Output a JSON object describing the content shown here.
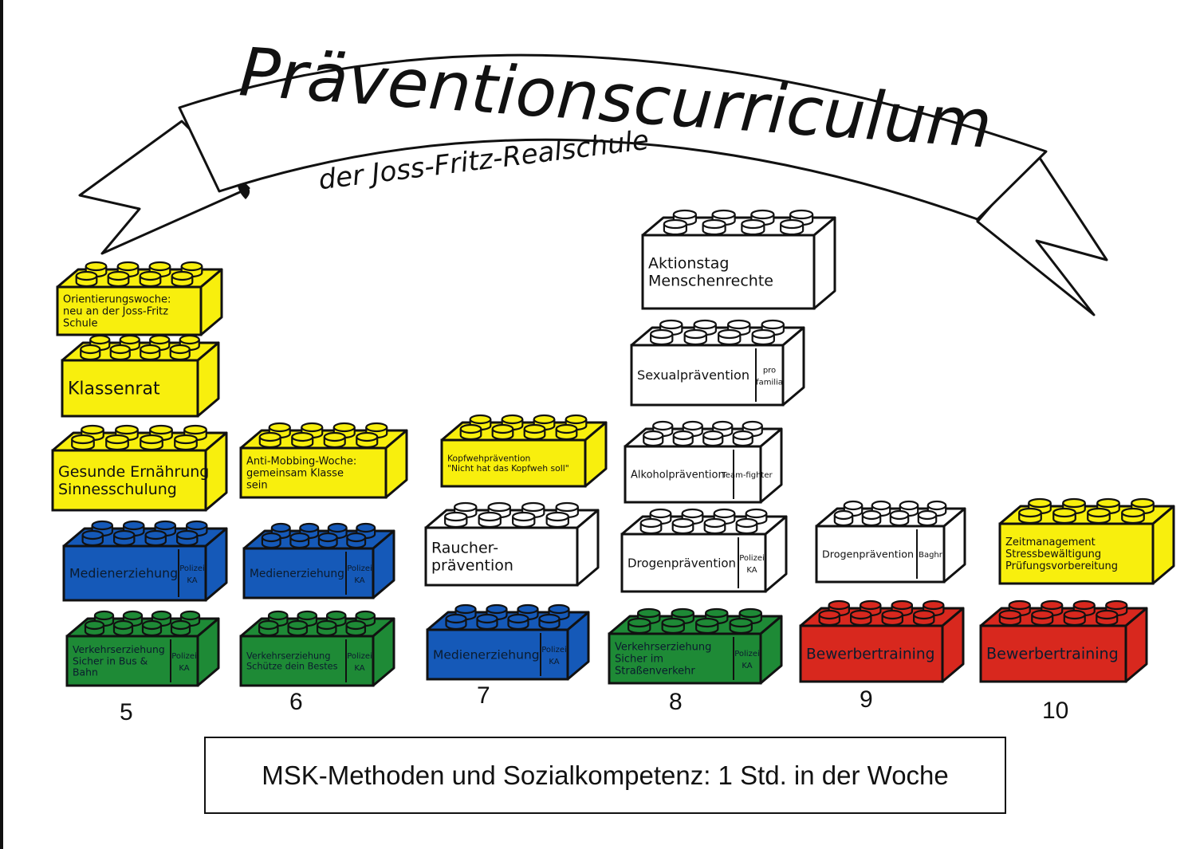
{
  "banner": {
    "title": "Präventionscurriculum",
    "subtitle": "der Joss-Fritz-Realschule"
  },
  "colors": {
    "yellow": "#f8ef0d",
    "blue": "#1559b8",
    "green": "#1e8a36",
    "red": "#d8281e",
    "white": "#ffffff",
    "outline": "#111111"
  },
  "grades": [
    {
      "label": "5",
      "bricks": [
        {
          "color": "yellow",
          "lines": [
            "Orientierungswoche:",
            "neu an der Joss-Fritz",
            "Schule"
          ],
          "tag": ""
        },
        {
          "color": "yellow",
          "lines": [
            "Klassenrat"
          ],
          "tag": ""
        },
        {
          "color": "yellow",
          "lines": [
            "Gesunde Ernährung",
            "Sinnesschulung"
          ],
          "tag": ""
        },
        {
          "color": "blue",
          "lines": [
            "Medienerziehung"
          ],
          "tag": "Polizei KA"
        },
        {
          "color": "green",
          "lines": [
            "Verkehrserziehung",
            "Sicher in Bus &",
            "Bahn"
          ],
          "tag": "Polizei KA"
        }
      ]
    },
    {
      "label": "6",
      "bricks": [
        {
          "color": "yellow",
          "lines": [
            "Anti-Mobbing-Woche:",
            "gemeinsam Klasse",
            "sein"
          ],
          "tag": ""
        },
        {
          "color": "blue",
          "lines": [
            "Medienerziehung"
          ],
          "tag": "Polizei KA"
        },
        {
          "color": "green",
          "lines": [
            "Verkehrserziehung",
            "Schütze dein Bestes"
          ],
          "tag": "Polizei KA"
        }
      ]
    },
    {
      "label": "7",
      "bricks": [
        {
          "color": "yellow",
          "lines": [
            "Kopfwehprävention",
            "\"Nicht hat das Kopfweh soll\""
          ],
          "tag": ""
        },
        {
          "color": "white",
          "lines": [
            "Raucher-",
            "prävention"
          ],
          "tag": ""
        },
        {
          "color": "blue",
          "lines": [
            "Medienerziehung"
          ],
          "tag": "Polizei KA"
        }
      ]
    },
    {
      "label": "8",
      "bricks": [
        {
          "color": "white",
          "lines": [
            "Aktionstag",
            "Menschenrechte"
          ],
          "tag": ""
        },
        {
          "color": "white",
          "lines": [
            "Sexualprävention"
          ],
          "tag": "pro familia"
        },
        {
          "color": "white",
          "lines": [
            "Alkoholprävention"
          ],
          "tag": "Team-fighter"
        },
        {
          "color": "white",
          "lines": [
            "Drogenprävention"
          ],
          "tag": "Polizei KA"
        },
        {
          "color": "green",
          "lines": [
            "Verkehrserziehung",
            "Sicher im",
            "Straßenverkehr"
          ],
          "tag": "Polizei KA"
        }
      ]
    },
    {
      "label": "9",
      "bricks": [
        {
          "color": "white",
          "lines": [
            "Drogenprävention"
          ],
          "tag": "Baghr"
        },
        {
          "color": "red",
          "lines": [
            "Bewerbertraining"
          ],
          "tag": ""
        }
      ]
    },
    {
      "label": "10",
      "bricks": [
        {
          "color": "yellow",
          "lines": [
            "Zeitmanagement",
            "Stressbewältigung",
            "Prüfungsvorbereitung"
          ],
          "tag": ""
        },
        {
          "color": "red",
          "lines": [
            "Bewerbertraining"
          ],
          "tag": ""
        }
      ]
    }
  ],
  "footer": {
    "text": "MSK-Methoden und Sozialkompetenz: 1 Std. in der Woche"
  }
}
